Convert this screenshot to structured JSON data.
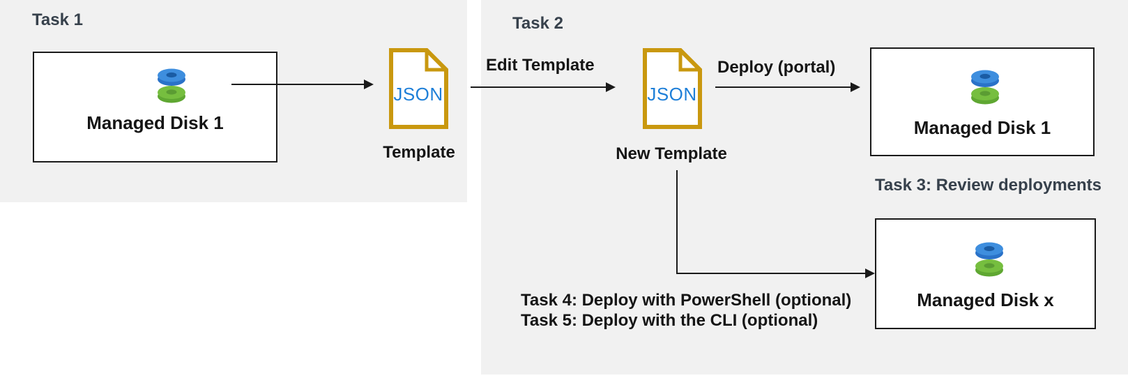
{
  "colors": {
    "panel_bg": "#f1f1f1",
    "heading": "#37414C",
    "text": "#151515",
    "box_bg": "#ffffff",
    "box_border": "#1a1a1a",
    "arrow": "#1a1a1a",
    "json_border": "#C9980F",
    "json_text": "#1E7FD8",
    "disk_blue_top": "#3E8EDE",
    "disk_blue_side": "#2A72C8",
    "disk_blue_hole": "#1A5CA4",
    "disk_green_top": "#76BE3F",
    "disk_green_side": "#5FA732",
    "disk_green_hole": "#5B9C33"
  },
  "task1": {
    "heading": "Task 1",
    "disk_box_label": "Managed Disk 1",
    "json_doc_text": "JSON",
    "json_doc_caption": "Template"
  },
  "task2": {
    "heading": "Task 2",
    "edit_arrow_label": "Edit Template",
    "json_doc_text": "JSON",
    "json_doc_caption": "New Template",
    "deploy_arrow_label": "Deploy (portal)",
    "disk_box_label": "Managed Disk 1"
  },
  "task3": {
    "heading": "Task 3: Review deployments",
    "disk_box_label": "Managed Disk x"
  },
  "task45": {
    "line1": "Task 4: Deploy with PowerShell (optional)",
    "line2": "Task 5: Deploy with the CLI (optional)"
  }
}
